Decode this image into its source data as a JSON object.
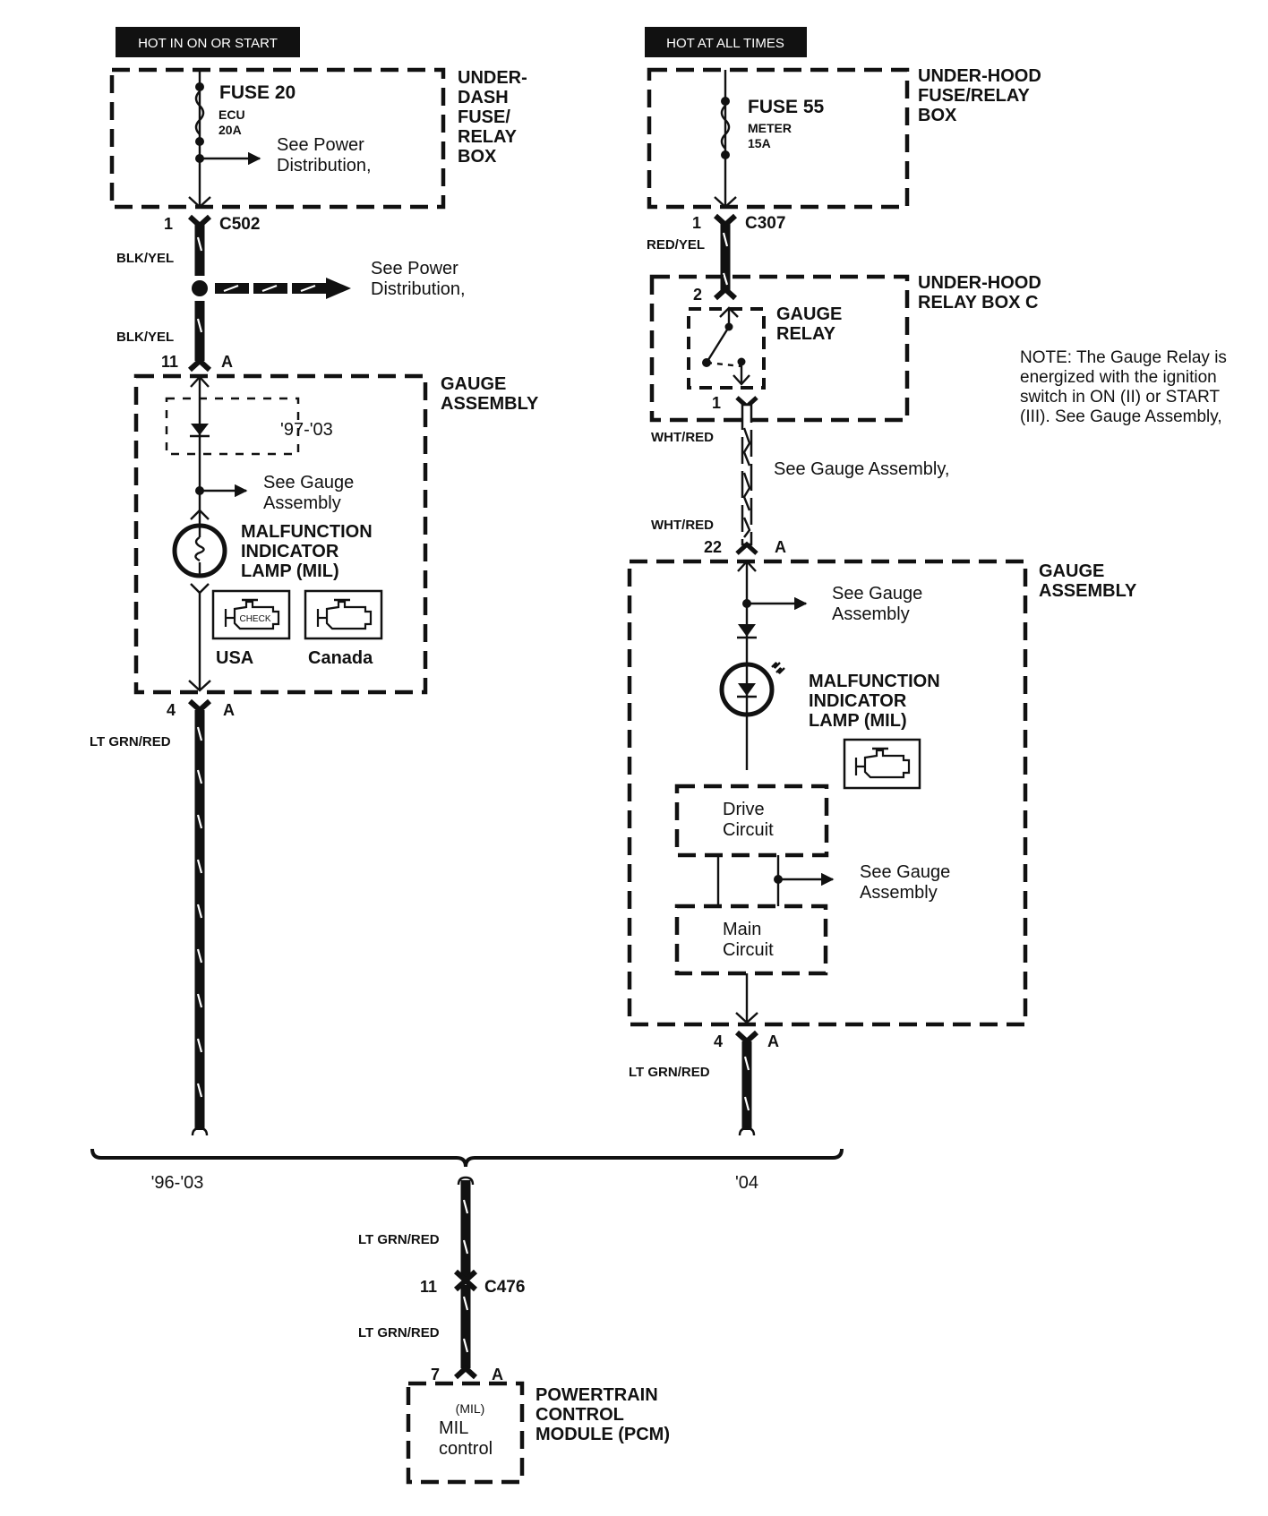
{
  "diagram": {
    "type": "wiring-schematic",
    "left_circuit": {
      "power_label": "HOT IN ON OR START",
      "fuse_box": {
        "name_lines": [
          "UNDER-",
          "DASH",
          "FUSE/",
          "RELAY",
          "BOX"
        ],
        "fuse": "FUSE 20",
        "fuse_circuit": "ECU",
        "fuse_rating": "20A",
        "ref_lines": [
          "See Power",
          "Distribution,"
        ]
      },
      "connector_c502": {
        "pin": "1",
        "name": "C502"
      },
      "wire1": "BLK/YEL",
      "splice_ref_lines": [
        "See Power",
        "Distribution,"
      ],
      "wire2": "BLK/YEL",
      "gauge_in": {
        "pin": "11",
        "connector": "A"
      },
      "gauge_assembly": {
        "name_lines": [
          "GAUGE",
          "ASSEMBLY"
        ],
        "diode_years": "'97-'03",
        "ref_lines": [
          "See Gauge",
          "Assembly"
        ],
        "lamp_lines": [
          "MALFUNCTION",
          "INDICATOR",
          "LAMP (MIL)"
        ],
        "icon_usa_text": "CHECK",
        "label_usa": "USA",
        "label_canada": "Canada"
      },
      "gauge_out": {
        "pin": "4",
        "connector": "A"
      },
      "wire3": "LT GRN/RED",
      "years": "'96-'03"
    },
    "right_circuit": {
      "power_label": "HOT AT ALL TIMES",
      "fuse_box": {
        "name_lines": [
          "UNDER-HOOD",
          "FUSE/RELAY",
          "BOX"
        ],
        "fuse": "FUSE 55",
        "fuse_circuit": "METER",
        "fuse_rating": "15A"
      },
      "connector_c307": {
        "pin": "1",
        "name": "C307"
      },
      "wire1": "RED/YEL",
      "relay_box": {
        "name_lines": [
          "UNDER-HOOD",
          "RELAY BOX C"
        ],
        "pin_in": "2",
        "pin_out": "1",
        "relay_lines": [
          "GAUGE",
          "RELAY"
        ]
      },
      "note_lines": [
        "NOTE: The Gauge Relay is",
        "energized with the ignition",
        "switch in ON (II) or START",
        "(III). See Gauge Assembly,"
      ],
      "wire2": "WHT/RED",
      "wire2_ref": "See Gauge Assembly,",
      "wire3": "WHT/RED",
      "gauge_in": {
        "pin": "22",
        "connector": "A"
      },
      "gauge_assembly": {
        "name_lines": [
          "GAUGE",
          "ASSEMBLY"
        ],
        "ref1_lines": [
          "See Gauge",
          "Assembly"
        ],
        "lamp_lines": [
          "MALFUNCTION",
          "INDICATOR",
          "LAMP (MIL)"
        ],
        "drive_lines": [
          "Drive",
          "Circuit"
        ],
        "main_lines": [
          "Main",
          "Circuit"
        ],
        "ref2_lines": [
          "See Gauge",
          "Assembly"
        ]
      },
      "gauge_out": {
        "pin": "4",
        "connector": "A"
      },
      "wire4": "LT GRN/RED",
      "years": "'04"
    },
    "common": {
      "wire1": "LT GRN/RED",
      "connector_c476": {
        "pin": "11",
        "name": "C476"
      },
      "wire2": "LT GRN/RED",
      "pcm_in": {
        "pin": "7",
        "connector": "A"
      },
      "pcm": {
        "small_label": "(MIL)",
        "func_lines": [
          "MIL",
          "control"
        ],
        "name_lines": [
          "POWERTRAIN",
          "CONTROL",
          "MODULE (PCM)"
        ]
      }
    }
  }
}
